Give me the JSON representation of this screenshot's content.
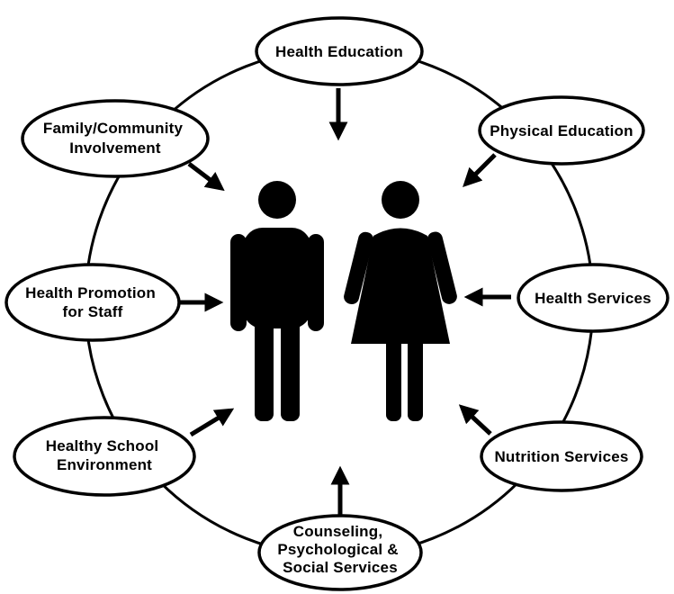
{
  "diagram": {
    "nodes": [
      {
        "id": "health-education",
        "lines": [
          "Health Education"
        ]
      },
      {
        "id": "physical-education",
        "lines": [
          "Physical Education"
        ]
      },
      {
        "id": "health-services",
        "lines": [
          "Health Services"
        ]
      },
      {
        "id": "nutrition-services",
        "lines": [
          "Nutrition Services"
        ]
      },
      {
        "id": "counseling",
        "lines": [
          "Counseling,",
          "Psychological &",
          "Social Services"
        ]
      },
      {
        "id": "healthy-school-environment",
        "lines": [
          "Healthy School",
          "Environment"
        ]
      },
      {
        "id": "health-promotion-staff",
        "lines": [
          "Health Promotion",
          "for Staff"
        ]
      },
      {
        "id": "family-community",
        "lines": [
          "Family/Community",
          "Involvement"
        ]
      }
    ],
    "center_icons": [
      "male-figure-icon",
      "female-figure-icon"
    ],
    "arrow_icon": "arrow-to-center-icon",
    "colors": {
      "stroke": "#000000",
      "fill": "#ffffff"
    }
  }
}
